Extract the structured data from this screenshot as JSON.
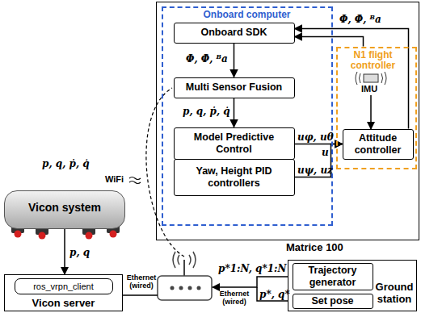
{
  "diagram": {
    "nodes": [
      {
        "text": [
          "Matrice 100"
        ]
      },
      {
        "text": [
          "Onboard computer"
        ],
        "in": 0
      },
      {
        "text": [
          "Onboard SDK"
        ],
        "in": 1
      },
      {
        "text": [
          "Multi Sensor Fusion"
        ],
        "in": 1
      },
      {
        "text": [
          "Model Predictive Control"
        ],
        "in": 1
      },
      {
        "text": [
          "Yaw, Height PID controllers"
        ],
        "in": 1
      },
      {
        "text": [
          "N1 flight controller"
        ],
        "in": 0
      },
      {
        "text": [
          "Attitude controller"
        ],
        "in": 6
      },
      {
        "text": [
          "Vicon system"
        ]
      },
      {
        "text": [
          "Vicon server"
        ]
      },
      {
        "text": [
          "ros_vrpn_client"
        ],
        "in": 9
      },
      {
        "text": [
          "Ground station"
        ]
      },
      {
        "text": [
          "Trajectory generator"
        ],
        "in": 11
      },
      {
        "text": [
          "Set pose"
        ],
        "in": 11
      }
    ],
    "edges": [
      {
        "from": 7,
        "to": 2,
        "arrow": "to",
        "label": "Φ, Φ̇, ᴮa"
      },
      {
        "from": 6,
        "to": 2,
        "arrow": "to"
      },
      {
        "from": 2,
        "to": 3,
        "arrow": "to",
        "label": "Φ, Φ̇, ᴮa"
      },
      {
        "from": 3,
        "to": 4,
        "arrow": "to",
        "label": "p, q, ṗ, q̇"
      },
      {
        "from": 4,
        "to": 7,
        "arrow": "to",
        "label": "uφ, uθ"
      },
      {
        "from": 5,
        "to": 7,
        "arrow": "to",
        "label": "uψ, uz"
      },
      {
        "from": 8,
        "to": 9,
        "arrow": "to",
        "label": "p, q"
      }
    ],
    "labels": [
      "u",
      "IMU",
      "p, q, ṗ, q̇",
      "WiFi",
      "Ethernet (wired)",
      "p*1:N, q*1:N",
      "Ethernet (wired)",
      "p*, q*"
    ]
  }
}
